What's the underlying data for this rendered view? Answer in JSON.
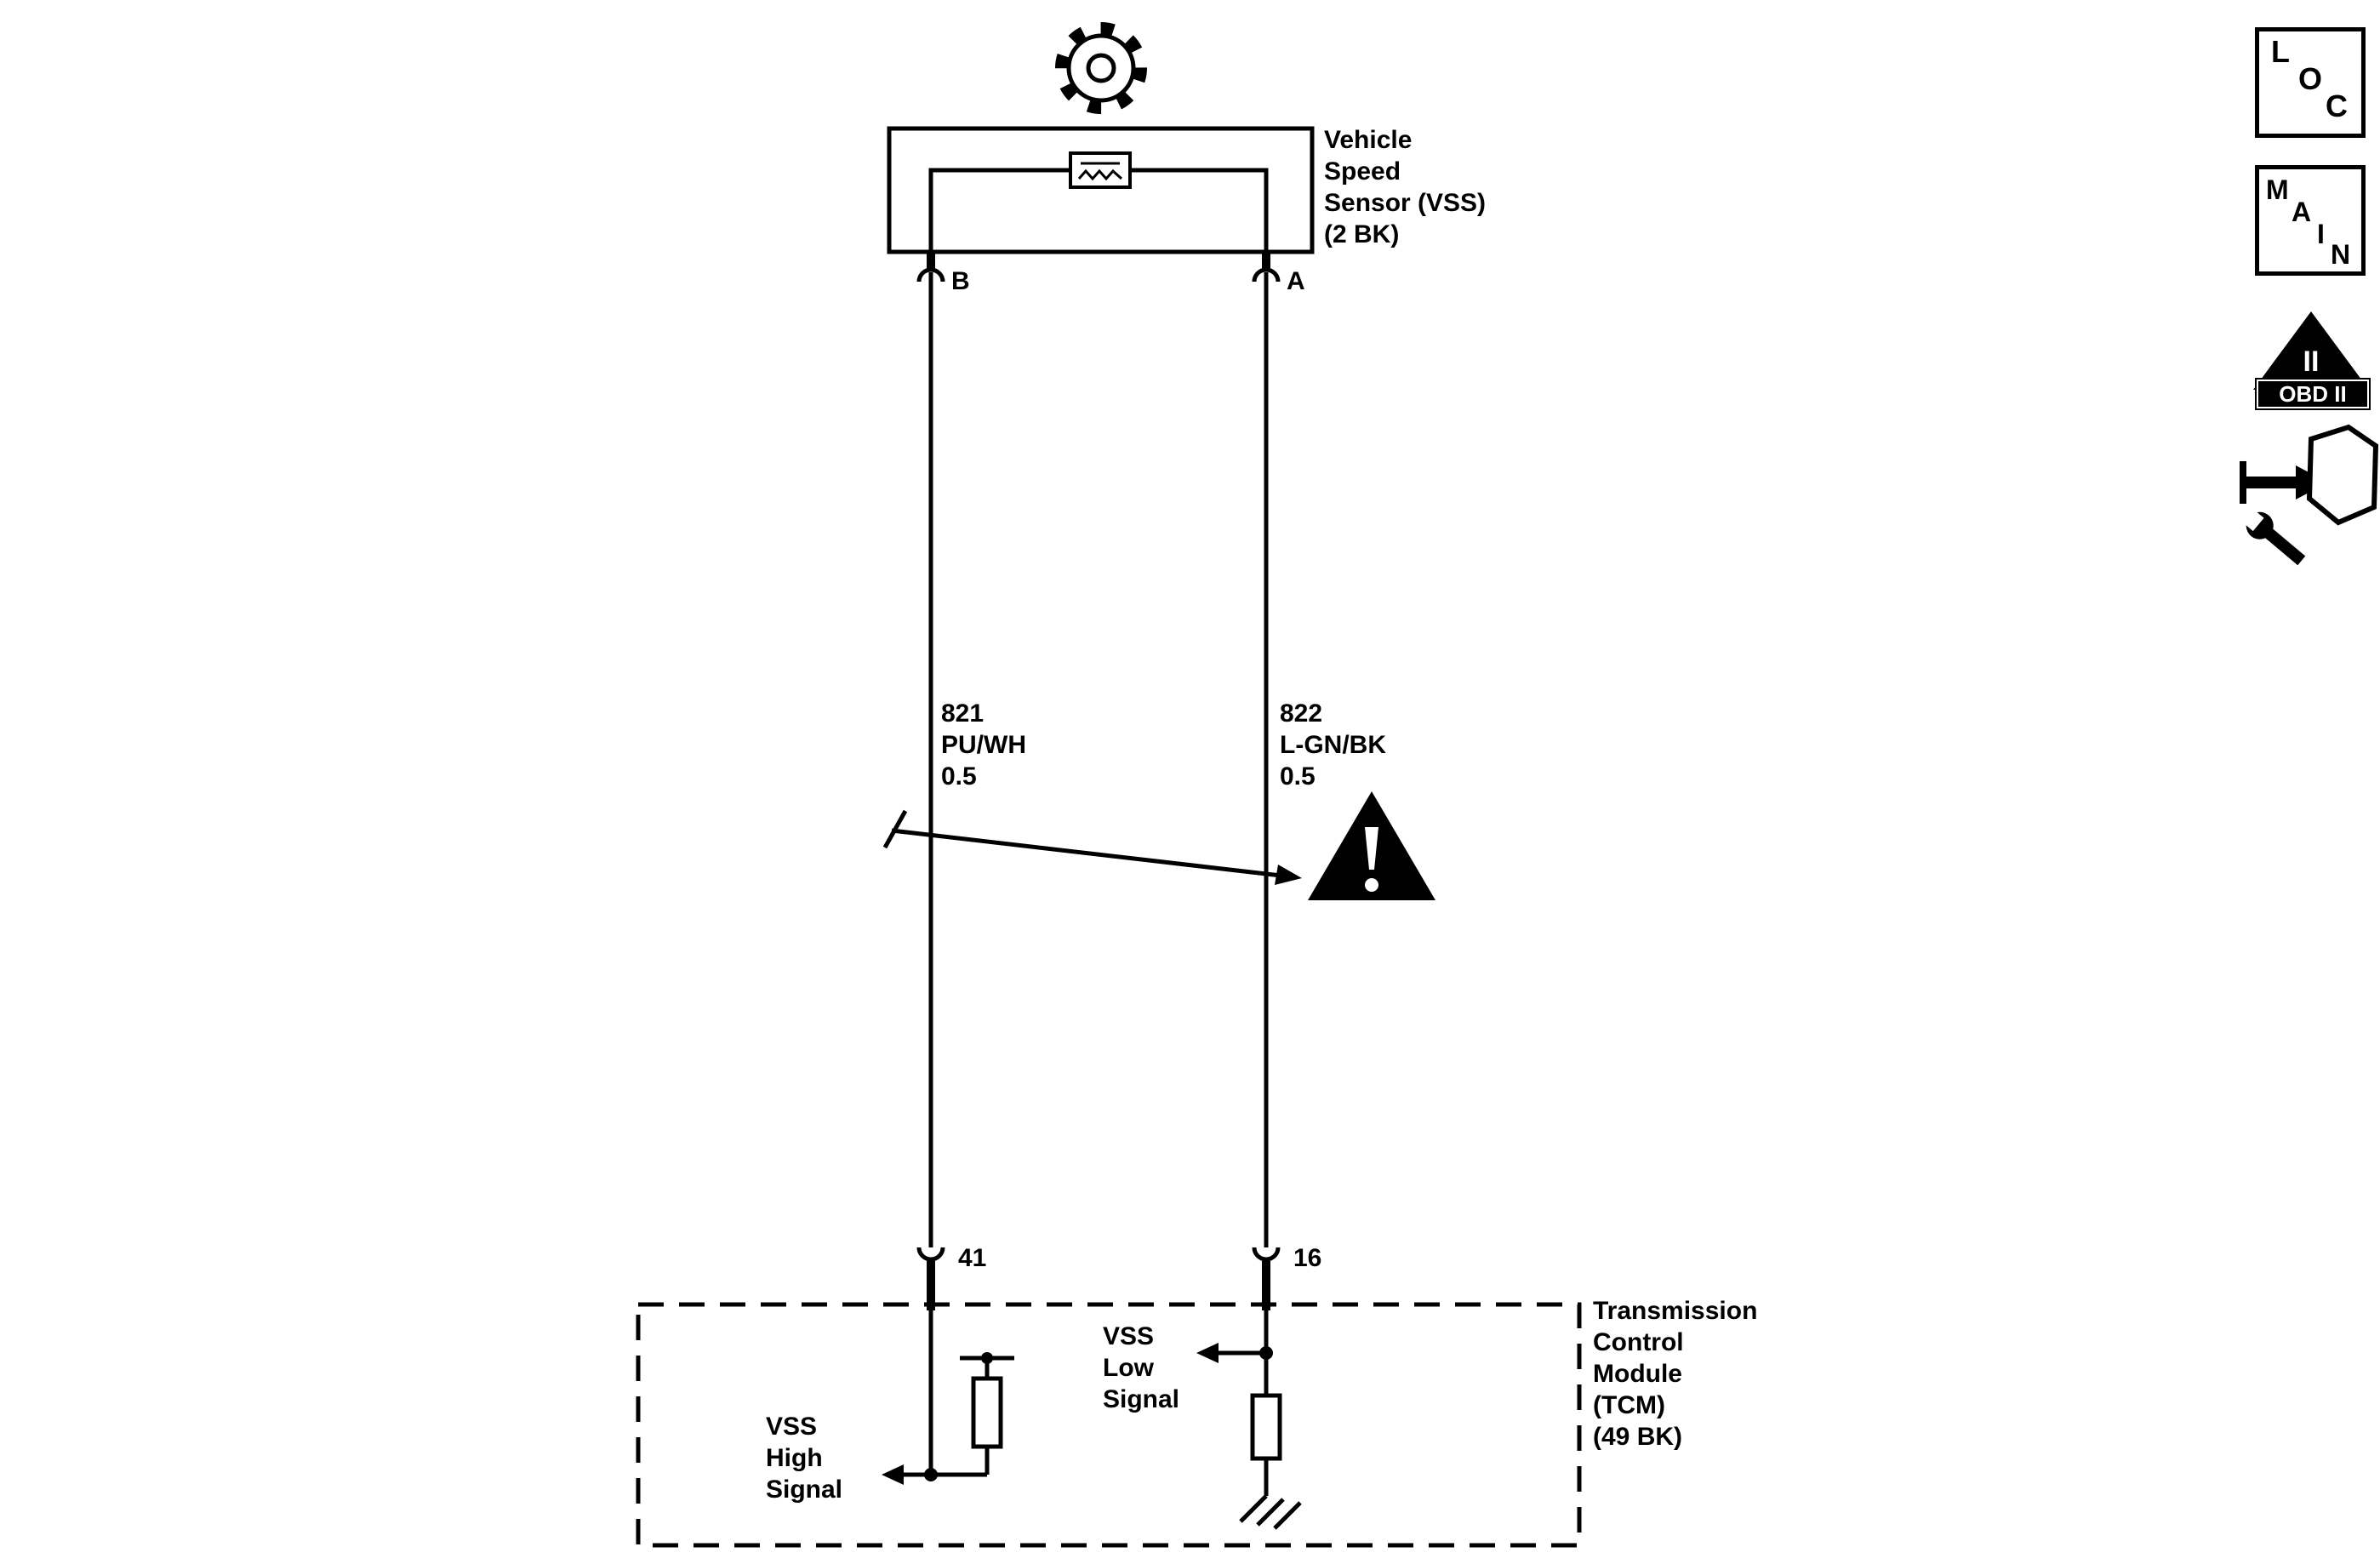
{
  "sensor": {
    "label": {
      "l1": "Vehicle",
      "l2": "Speed",
      "l3": "Sensor (VSS)",
      "l4": "(2 BK)"
    },
    "pin_left": "B",
    "pin_right": "A"
  },
  "wires": {
    "left": {
      "circuit": "821",
      "color": "PU/WH",
      "gauge": "0.5"
    },
    "right": {
      "circuit": "822",
      "color": "L-GN/BK",
      "gauge": "0.5"
    }
  },
  "tcm": {
    "pin_left": "41",
    "pin_right": "16",
    "label": {
      "l1": "Transmission",
      "l2": "Control",
      "l3": "Module",
      "l4": "(TCM)",
      "l5": "(49 BK)"
    },
    "high_signal": {
      "l1": "VSS",
      "l2": "High",
      "l3": "Signal"
    },
    "low_signal": {
      "l1": "VSS",
      "l2": "Low",
      "l3": "Signal"
    }
  },
  "legend": {
    "loc": {
      "l1": "L",
      "l2": "O",
      "l3": "C"
    },
    "main": {
      "l1": "M",
      "l2": "A",
      "l3": "I",
      "l4": "N"
    },
    "obd": {
      "numeral": "II",
      "label": "OBD II"
    }
  },
  "colors": {
    "ink": "#000000",
    "background": "#ffffff"
  }
}
